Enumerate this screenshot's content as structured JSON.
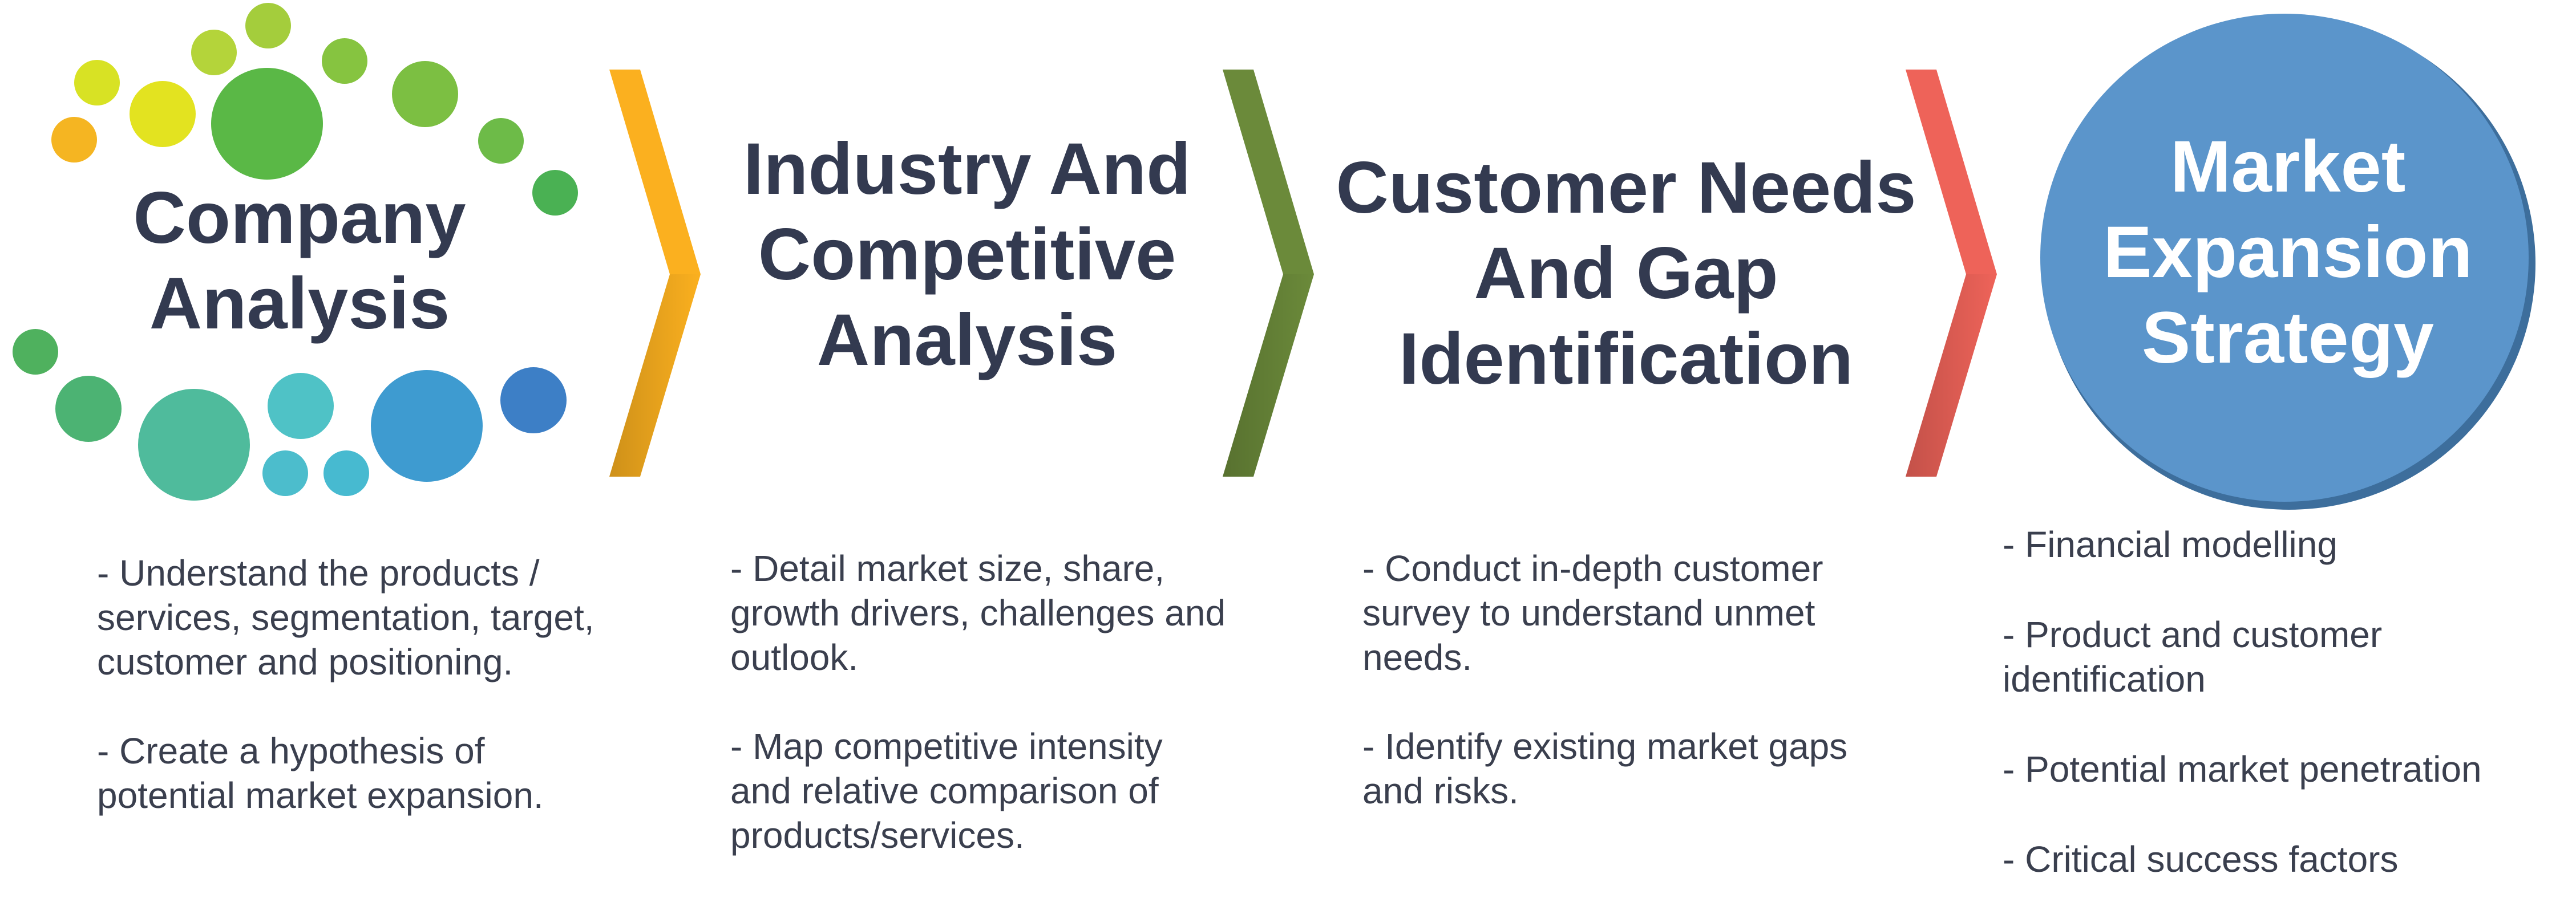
{
  "steps": [
    {
      "title_lines": [
        "Company",
        "Analysis"
      ],
      "bullets": [
        [
          "- Understand the products /",
          "services, segmentation, target,",
          "customer and positioning."
        ],
        [
          "- Create a hypothesis of",
          "potential market expansion."
        ]
      ]
    },
    {
      "title_lines": [
        "Industry And",
        "Competitive",
        "Analysis"
      ],
      "bullets": [
        [
          "- Detail market size, share,",
          "growth drivers, challenges and",
          "outlook."
        ],
        [
          "- Map competitive intensity",
          "and relative comparison of",
          "products/services."
        ]
      ]
    },
    {
      "title_lines": [
        "Customer Needs",
        "And Gap",
        "Identification"
      ],
      "bullets": [
        [
          "- Conduct in-depth customer",
          "survey to understand unmet",
          "needs."
        ],
        [
          "- Identify existing market gaps",
          "and risks."
        ]
      ]
    },
    {
      "title_lines": [
        "Market",
        "Expansion",
        "Strategy"
      ],
      "bullets": [
        [
          "- Financial modelling"
        ],
        [
          "- Product and customer",
          "identification"
        ],
        [
          "- Potential market penetration"
        ],
        [
          "- Critical success factors"
        ]
      ]
    }
  ],
  "colors": {
    "title_text": "#333a50",
    "body_text": "#3a3f4e",
    "chevron_1": "#fbb01f",
    "chevron_2": "#6b8a3a",
    "chevron_3": "#ee6359",
    "strategy_circle": "#5b95cb",
    "strategy_circle_edge": "#3d6e9c"
  }
}
